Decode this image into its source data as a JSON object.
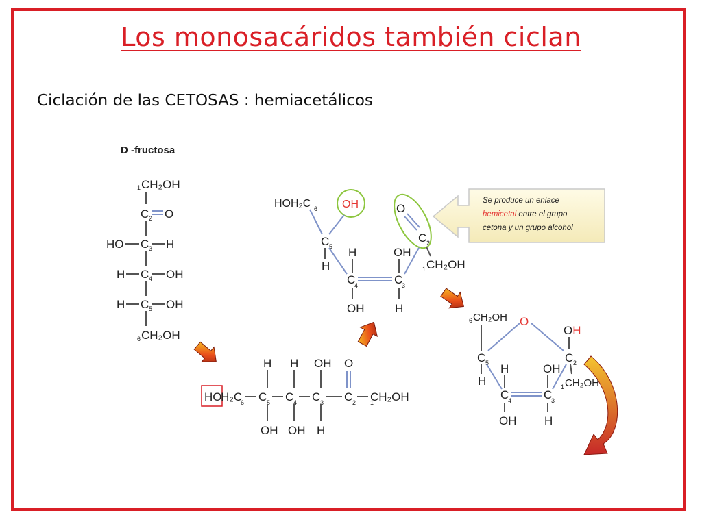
{
  "title": "Los monosacáridos también ciclan",
  "subtitle": "Ciclación de las CETOSAS : hemiacetálicos",
  "figure": {
    "chain_label": "D -fructosa",
    "fischer": {
      "c1": "CH₂OH",
      "n1": "1",
      "c2": "C",
      "n2": "2",
      "o2": "O",
      "c3_left": "HO",
      "c3": "C",
      "n3": "3",
      "c3_right": "H",
      "c4_left": "H",
      "c4": "C",
      "n4": "4",
      "c4_right": "OH",
      "c5_left": "H",
      "c5": "C",
      "n5": "5",
      "c5_right": "OH",
      "c6": "CH₂OH",
      "n6": "6"
    },
    "linear": {
      "ho": "HO",
      "h2c": "H₂C",
      "n6": "6",
      "c5": "C",
      "n5": "5",
      "c5_top": "H",
      "c5_bottom": "OH",
      "c4": "C",
      "n4": "4",
      "c4_top": "H",
      "c4_bottom": "OH",
      "c3": "C",
      "n3": "3",
      "c3_top": "OH",
      "c3_bottom": "H",
      "c2": "C",
      "n2": "2",
      "c2_top": "O",
      "ch2oh": "CH₂OH",
      "n1": "1"
    },
    "bent": {
      "hoh2c": "HOH₂C",
      "n6": "6",
      "oh_circle": "OH",
      "c5": "C",
      "n5": "5",
      "c5_h": "H",
      "c4": "C",
      "n4": "4",
      "c4_top": "H",
      "c4_bottom": "OH",
      "c3": "C",
      "n3": "3",
      "c3_top": "OH",
      "c3_bottom": "H",
      "o": "O",
      "c2": "C",
      "n2": "2",
      "ch2oh": "CH₂OH",
      "n1": "1"
    },
    "callout": {
      "line1": "Se produce un enlace",
      "highlight": "hemicetal",
      "line2_rest": " entre el grupo",
      "line3": "cetona y un grupo alcohol"
    },
    "ring": {
      "ch2oh_top": "CH₂OH",
      "n6": "6",
      "ring_o": "O",
      "oh_o": "O",
      "oh_h": "H",
      "c5": "C",
      "n5": "5",
      "c5_h": "H",
      "c4": "C",
      "n4": "4",
      "c4_top": "H",
      "c4_bottom": "OH",
      "c3": "C",
      "n3": "3",
      "c3_top": "OH",
      "c3_bottom": "H",
      "c2": "C",
      "n2": "2",
      "ch2oh": "CH₂OH",
      "n1": "1"
    },
    "colors": {
      "title": "#d91f26",
      "highlight": "#e53935",
      "circle": "#8dc63f",
      "bond_blue": "#7f93c9",
      "arrow_red": "#c62828",
      "arrow_yellow": "#f4c430",
      "callout_bg": "#fdf8d8"
    }
  }
}
